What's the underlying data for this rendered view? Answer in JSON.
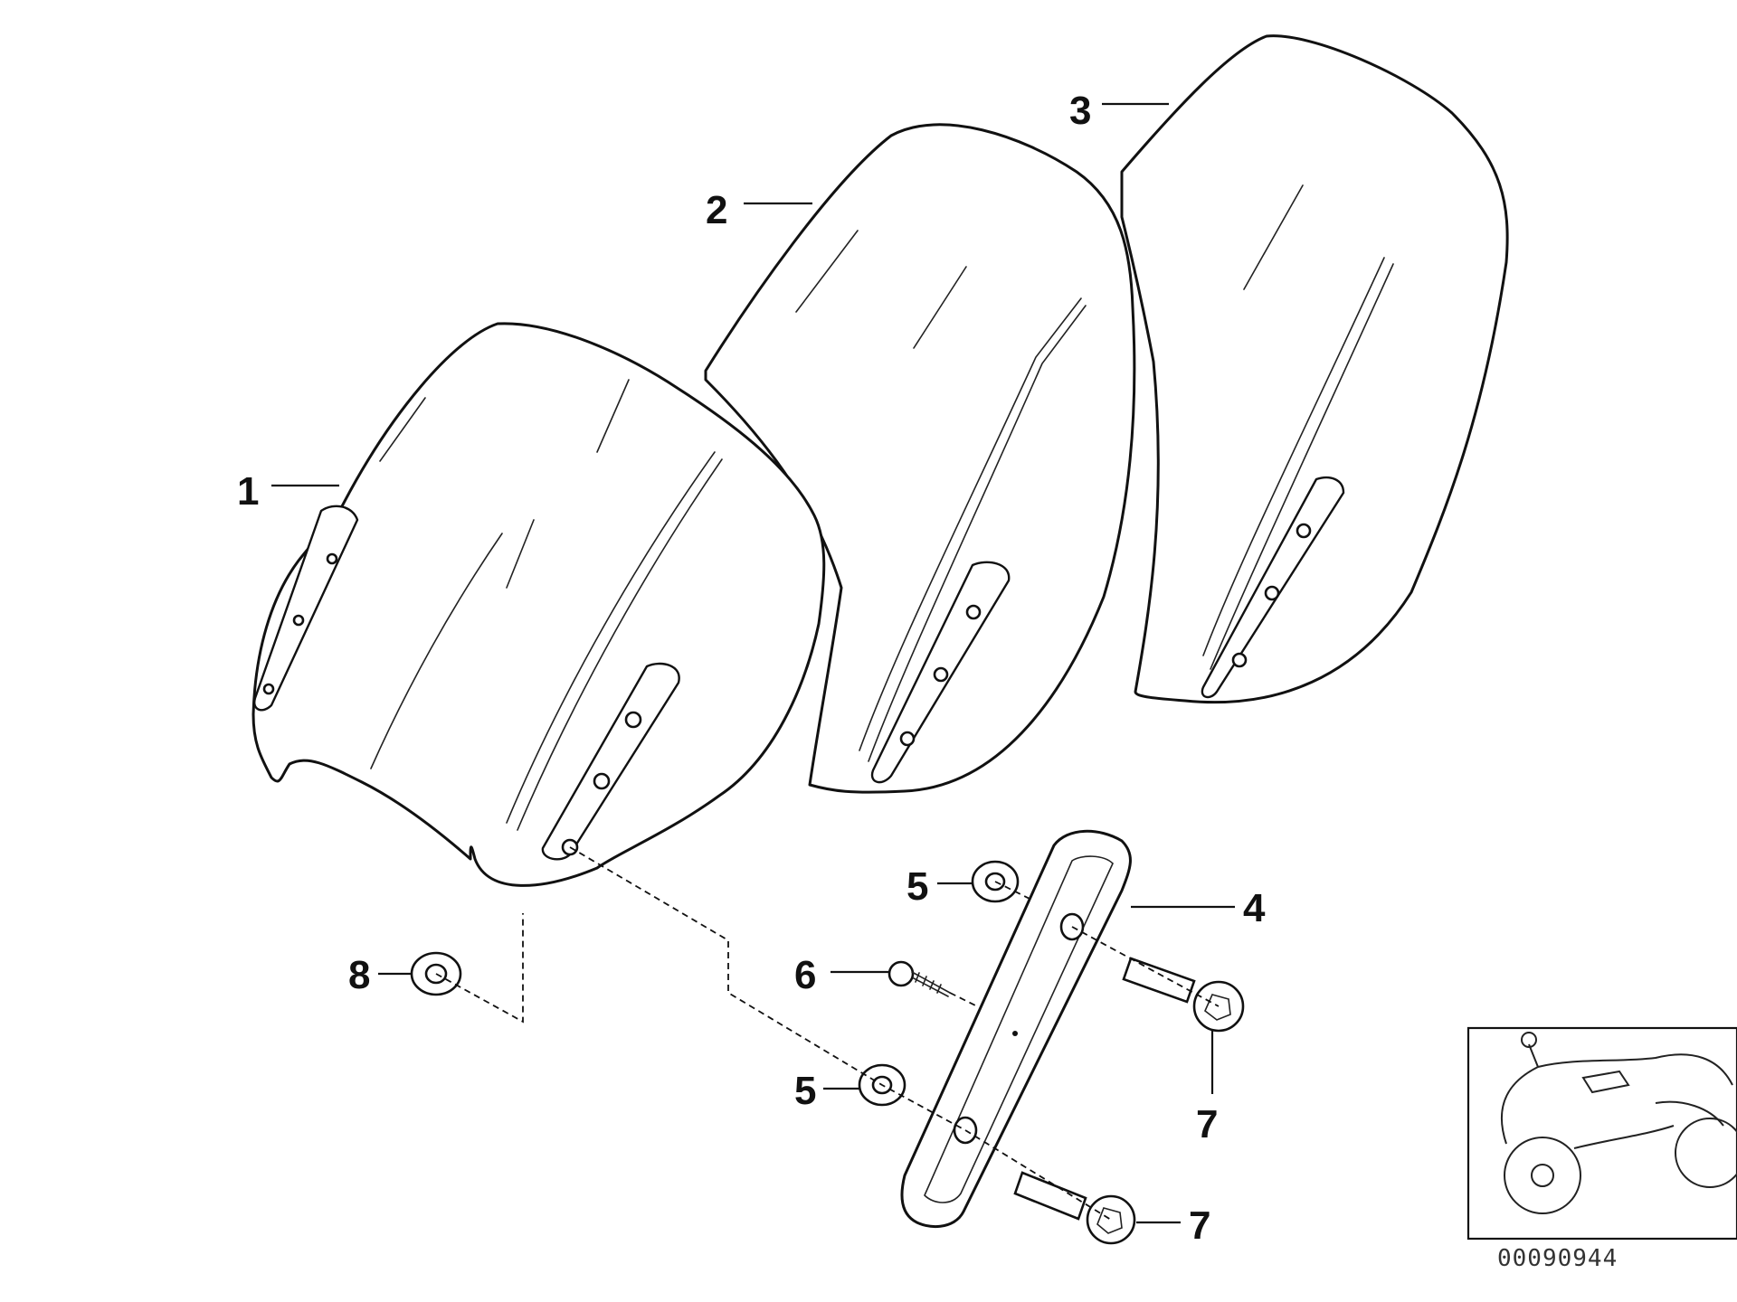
{
  "callouts": {
    "c1": "1",
    "c2": "2",
    "c3": "3",
    "c4": "4",
    "c5a": "5",
    "c5b": "5",
    "c6": "6",
    "c7a": "7",
    "c7b": "7",
    "c8": "8"
  },
  "diagram_code": "00090944",
  "thumbnail": {
    "icon": "motorcycle-icon"
  }
}
